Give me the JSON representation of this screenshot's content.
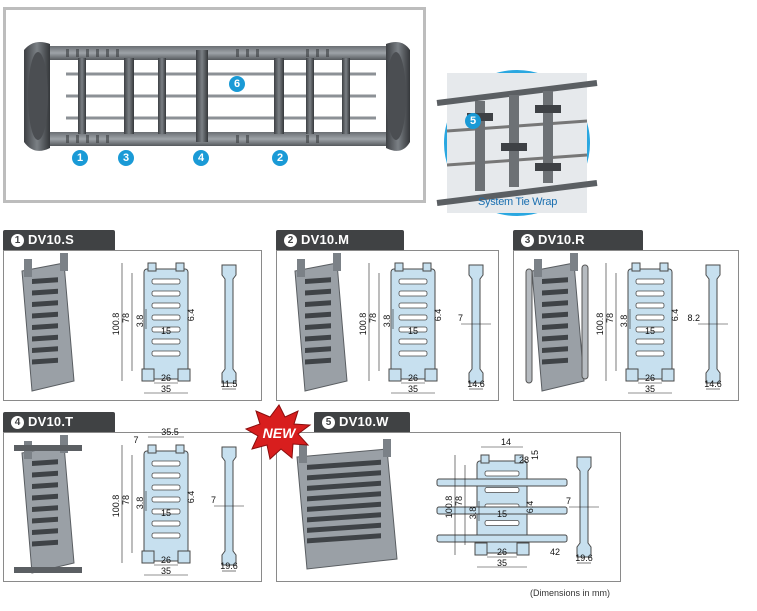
{
  "hero": {
    "callouts": [
      "1",
      "3",
      "4",
      "2",
      "6"
    ],
    "zoom_callout": "5",
    "zoom_caption": "System Tie Wrap"
  },
  "panels": [
    {
      "id": "s",
      "num": "1",
      "title": "DV10.S",
      "dims": {
        "height": "100.8",
        "inner": "78",
        "pitch": "3.8",
        "slot": "6.4",
        "gap": "15",
        "bottom": "26",
        "width": "35",
        "side": "11.5"
      }
    },
    {
      "id": "m",
      "num": "2",
      "title": "DV10.M",
      "dims": {
        "height": "100.8",
        "inner": "78",
        "pitch": "3.8",
        "slot": "6.4",
        "gap": "15",
        "bottom": "26",
        "width": "35",
        "side": "14.6",
        "thick": "7"
      }
    },
    {
      "id": "r",
      "num": "3",
      "title": "DV10.R",
      "dims": {
        "height": "100.8",
        "inner": "78",
        "pitch": "3.8",
        "slot": "6.4",
        "gap": "15",
        "bottom": "26",
        "width": "35",
        "side": "14.6",
        "thick": "8.2"
      }
    },
    {
      "id": "t",
      "num": "4",
      "title": "DV10.T",
      "dims": {
        "height": "100.8",
        "inner": "78",
        "pitch": "3.8",
        "slot": "6.4",
        "gap": "15",
        "bottom": "26",
        "width": "35",
        "side": "19.6",
        "thick": "7",
        "top": "35.5",
        "top_small": "7"
      }
    },
    {
      "id": "w",
      "num": "5",
      "title": "DV10.W",
      "dims": {
        "height": "100.8",
        "inner": "78",
        "pitch": "3.8",
        "slot": "6.4",
        "gap": "15",
        "bottom": "26",
        "width": "35",
        "side": "19.6",
        "thick": "7",
        "top": "14",
        "arm": "28",
        "ext": "42",
        "notch": "15"
      }
    }
  ],
  "new_badge": "NEW",
  "dimensions_note": "(Dimensions in mm)",
  "colors": {
    "accent": "#1a9ad6",
    "tab": "#404244",
    "part_fill": "#c7e0ef",
    "part_stroke": "#4a4a4a"
  }
}
